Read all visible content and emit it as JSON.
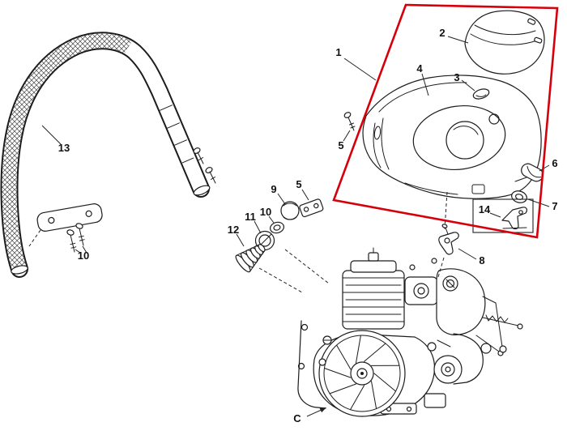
{
  "page": {
    "background": "#ffffff"
  },
  "colors": {
    "highlight_box": "#d6000a",
    "line_art": "#1c1c1c",
    "label_text": "#111111"
  },
  "callouts": {
    "part1": "1",
    "part2": "2",
    "part3": "3",
    "part4": "4",
    "part5_cover_screw": "5",
    "part5_plate": "5",
    "part6": "6",
    "part7": "7",
    "part8": "8",
    "part9": "9",
    "part10_grommet": "10",
    "part10_handle_screws": "10",
    "part11": "11",
    "part12": "12",
    "part13": "13",
    "part14": "14",
    "engine_ref": "C"
  }
}
